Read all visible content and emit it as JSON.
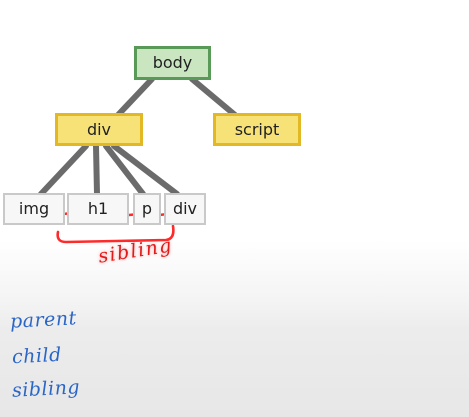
{
  "tree": {
    "nodes": {
      "body": "body",
      "div": "div",
      "script": "script",
      "img": "img",
      "h1": "h1",
      "p": "p",
      "div2": "div"
    }
  },
  "annotations": {
    "sibling_label": "sibling",
    "notes": [
      "parent",
      "child",
      "sibling"
    ]
  },
  "colors": {
    "root_fill": "#c9e6c0",
    "root_border": "#5a9a58",
    "level1_fill": "#f7e277",
    "level1_border": "#e2b924",
    "leaf_fill": "#f7f7f7",
    "leaf_border": "#c9c9c9",
    "connector": "#6b6b6b",
    "red_ink": "#e01b1b",
    "blue_ink": "#2a66c5"
  }
}
